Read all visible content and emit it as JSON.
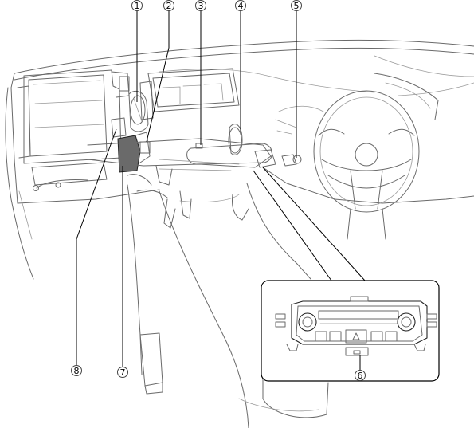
{
  "callouts": [
    {
      "id": 1,
      "label": "1"
    },
    {
      "id": 2,
      "label": "2"
    },
    {
      "id": 3,
      "label": "3"
    },
    {
      "id": 4,
      "label": "4"
    },
    {
      "id": 5,
      "label": "5"
    },
    {
      "id": 6,
      "label": "6"
    },
    {
      "id": 7,
      "label": "7"
    },
    {
      "id": 8,
      "label": "8"
    }
  ],
  "colors": {
    "line": "#6a6a6a",
    "ink": "#000000",
    "module_fill": "#666666",
    "background": "#ffffff"
  }
}
